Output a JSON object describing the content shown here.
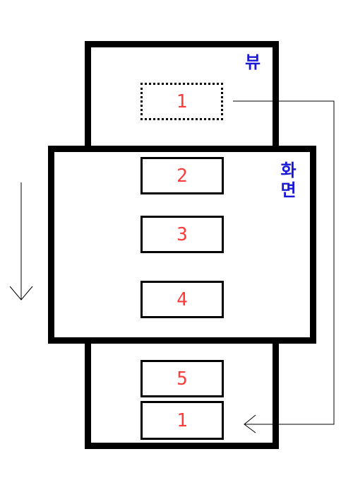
{
  "labels": {
    "view": "뷰",
    "screen": "화면"
  },
  "items": {
    "view_top": "1",
    "screen_1": "2",
    "screen_2": "3",
    "screen_3": "4",
    "below_1": "5",
    "below_2": "1"
  },
  "colors": {
    "item_text": "#ff3b3b",
    "label_text": "#1a1ad6",
    "frame": "#000000"
  }
}
